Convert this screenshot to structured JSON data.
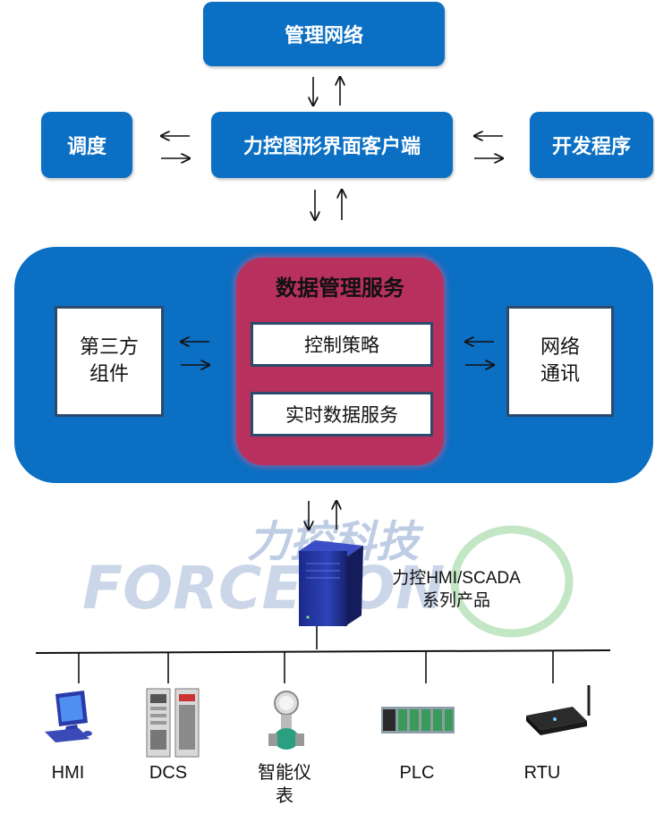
{
  "top": {
    "management_network": "管理网络",
    "dispatch": "调度",
    "client": "力控图形界面客户端",
    "dev_program": "开发程序"
  },
  "data_service": {
    "title": "数据管理服务",
    "items": [
      "控制策略",
      "实时数据服务"
    ],
    "left_box": [
      "第三方",
      "组件"
    ],
    "right_box": [
      "网络",
      "通讯"
    ]
  },
  "logo": {
    "cn": "力控科技",
    "en": "FORCECON"
  },
  "server": {
    "label_line1": "力控HMI/SCADA",
    "label_line2": "系列产品"
  },
  "devices": [
    {
      "label": "HMI",
      "icon": "computer-icon"
    },
    {
      "label": "DCS",
      "icon": "cabinet-icon"
    },
    {
      "label": "智能仪\n表",
      "icon": "flowmeter-icon"
    },
    {
      "label": "PLC",
      "icon": "plc-icon"
    },
    {
      "label": "RTU",
      "icon": "rtu-icon"
    }
  ],
  "colors": {
    "blue": "#0b6fc4",
    "crimson": "#b8305e",
    "logo_blue": "#9fb6d8",
    "logo_green": "#3fae49"
  }
}
